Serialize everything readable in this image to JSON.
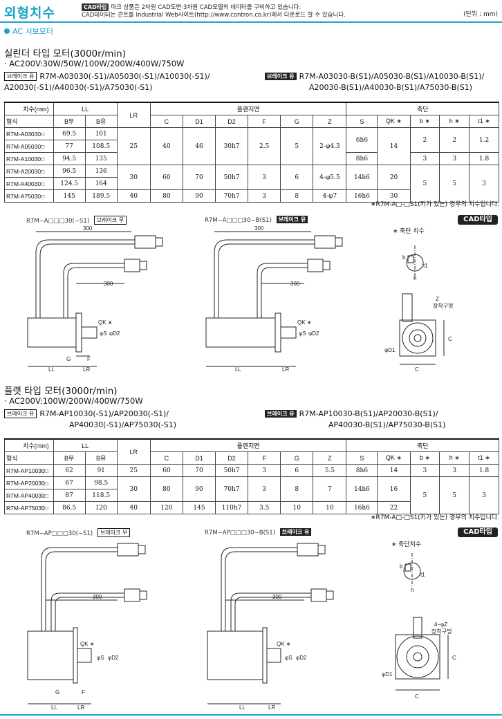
{
  "header": {
    "title": "외형치수",
    "cad_badge": "CAD타입",
    "note_line1": "마크 상품은 2차원 CAD도면·3차원 CAD모델의 데이터를 구비하고 있습니다.",
    "note_line2": "CAD데이터는 콘트롤 Industrial Web사이트(http://www.contron.co.kr)에서 다운로드 할 수 있습니다.",
    "unit": "(단위 : mm)"
  },
  "subheader": "AC 서보모터",
  "section1": {
    "title": "실린더 타입 모터(3000r/min)",
    "power": "· AC200V:30W/50W/100W/200W/400W/750W",
    "brake_no_tag": "브레이크 유",
    "brake_no_line1": "R7M-A03030(-S1)/A05030(-S1)/A10030(-S1)/",
    "brake_no_line2": "A20030(-S1)/A40030(-S1)/A75030(-S1)",
    "brake_yes_tag": "브레이크 유",
    "brake_yes_line1": "R7M-A03030-B(S1)/A05030-B(S1)/A10030-B(S1)/",
    "brake_yes_line2": "A20030-B(S1)/A40030-B(S1)/A75030-B(S1)",
    "table": {
      "h_dim": "치수(mm)",
      "h_ll": "LL",
      "h_lr": "LR",
      "h_flange": "플랜지면",
      "h_shaft": "축단",
      "h_model": "형식",
      "h_bno": "B무",
      "h_byes": "B유",
      "h_c": "C",
      "h_d1": "D1",
      "h_d2": "D2",
      "h_f": "F",
      "h_g": "G",
      "h_z": "Z",
      "h_s": "S",
      "h_qk": "QK ∗",
      "h_b": "b ∗",
      "h_h": "h ∗",
      "h_t1": "t1 ∗",
      "rows": [
        {
          "model": "R7M-A03030□",
          "bno": "69.5",
          "byes": "101"
        },
        {
          "model": "R7M-A05030□",
          "bno": "77",
          "byes": "108.5"
        },
        {
          "model": "R7M-A10030□",
          "bno": "94.5",
          "byes": "135"
        },
        {
          "model": "R7M-A20030□",
          "bno": "96.5",
          "byes": "136"
        },
        {
          "model": "R7M-A40030□",
          "bno": "124.5",
          "byes": "164"
        },
        {
          "model": "R7M-A75030□",
          "bno": "145",
          "byes": "189.5"
        }
      ],
      "g1": {
        "lr": "25",
        "c": "40",
        "d1": "46",
        "d2": "30h7",
        "f": "2.5",
        "g": "5",
        "z": "2-φ4.3",
        "s_a": "6h6",
        "s_b": "8h6",
        "qk": "14",
        "b_a": "2",
        "h_a": "2",
        "t1_a": "1.2",
        "b_b": "3",
        "h_b": "3",
        "t1_b": "1.8"
      },
      "g2": {
        "lr": "30",
        "c": "60",
        "d1": "70",
        "d2": "50h7",
        "f": "3",
        "g": "6",
        "z": "4-φ5.5",
        "s": "14h6",
        "qk": "20"
      },
      "g3": {
        "lr": "40",
        "c": "80",
        "d1": "90",
        "d2": "70h7",
        "f": "3",
        "g": "8",
        "z": "4-φ7",
        "s": "16h6",
        "qk": "30"
      },
      "g23": {
        "b": "5",
        "h": "5",
        "t1": "3"
      }
    },
    "footnote": "∗R7M-A□-□S1(키가 있는) 경우의 치수입니다.",
    "drawing_left_caption": "R7M−A□□□30(−S1)",
    "drawing_left_tag": "브레이크 무",
    "drawing_right_caption": "R7M−A□□□30−B(S1)",
    "drawing_right_tag": "브레이크 유",
    "cad_type": "CAD타입",
    "shaft_label": "∗ 축단 치수",
    "z_label1": "Z",
    "z_label2": "장착구멍"
  },
  "section2": {
    "title": "플랫 타입 모터(3000r/min)",
    "power": "· AC200V:100W/200W/400W/750W",
    "brake_no_tag": "브레이크 유",
    "brake_no_line1": "R7M-AP10030(-S1)/AP20030(-S1)/",
    "brake_no_line2": "AP40030(-S1)/AP75030(-S1)",
    "brake_yes_tag": "브레이크 유",
    "brake_yes_line1": "R7M-AP10030-B(S1)/AP20030-B(S1)/",
    "brake_yes_line2": "AP40030-B(S1)/AP75030-B(S1)",
    "table": {
      "h_dim": "치수(mm)",
      "h_ll": "LL",
      "h_lr": "LR",
      "h_flange": "플랜지면",
      "h_shaft": "축단",
      "h_model": "형식",
      "h_bno": "B무",
      "h_byes": "B유",
      "h_c": "C",
      "h_d1": "D1",
      "h_d2": "D2",
      "h_f": "F",
      "h_g": "G",
      "h_z": "Z",
      "h_s": "S",
      "h_qk": "QK ∗",
      "h_b": "b ∗",
      "h_h": "h ∗",
      "h_t1": "t1 ∗",
      "r1": {
        "model": "R7M-AP10030□",
        "bno": "62",
        "byes": "91",
        "lr": "25",
        "c": "60",
        "d1": "70",
        "d2": "50h7",
        "f": "3",
        "g": "6",
        "z": "5.5",
        "s": "8h6",
        "qk": "14",
        "b": "3",
        "h": "3",
        "t1": "1.8"
      },
      "r2": {
        "model": "R7M-AP20030□",
        "bno": "67",
        "byes": "98.5"
      },
      "r3": {
        "model": "R7M-AP40030□",
        "bno": "87",
        "byes": "118.5"
      },
      "g2": {
        "lr": "30",
        "c": "80",
        "d1": "90",
        "d2": "70h7",
        "f": "3",
        "g": "8",
        "z": "7",
        "s": "14h6",
        "qk": "16"
      },
      "r4": {
        "model": "R7M-AP75030□",
        "bno": "86.5",
        "byes": "120",
        "lr": "40",
        "c": "120",
        "d1": "145",
        "d2": "110h7",
        "f": "3.5",
        "g": "10",
        "z": "10",
        "s": "16h6",
        "qk": "22"
      },
      "g234": {
        "b": "5",
        "h": "5",
        "t1": "3"
      }
    },
    "footnote": "∗R7M-A□-□S1(키가 있는) 경우의 치수입니다.",
    "drawing_left_caption": "R7M−AP□□□30(−S1)",
    "drawing_left_tag": "브레이크 무",
    "drawing_right_caption": "R7M−AP□□□30−B(S1)",
    "drawing_right_tag": "브레이크 유",
    "cad_type": "CAD타입",
    "shaft_label": "∗ 축단치수",
    "z_label1": "4−φZ",
    "z_label2": "장착구멍"
  },
  "dims": {
    "cable_len": "300",
    "qk": "QK ∗",
    "s": "φS",
    "d2": "φD2",
    "d1": "φD1",
    "c": "C",
    "g": "G",
    "f": "F",
    "ll": "LL",
    "lr": "LR",
    "b": "b",
    "h": "h",
    "t1": "t1"
  }
}
